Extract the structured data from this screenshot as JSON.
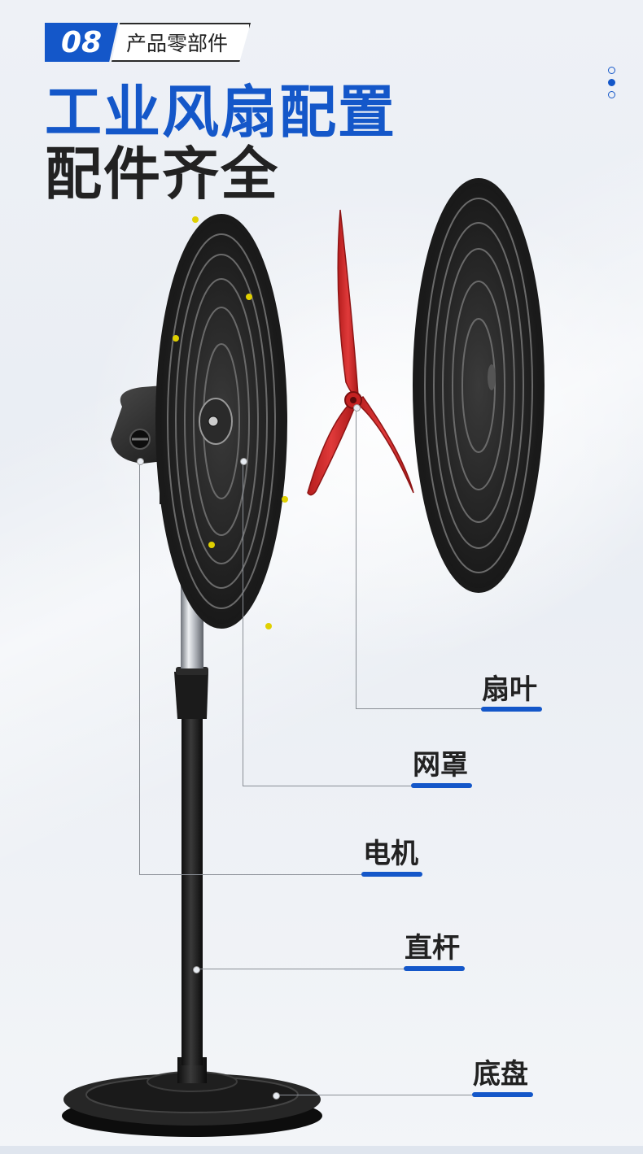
{
  "section": {
    "number": "08",
    "label": "产品零部件"
  },
  "heading": {
    "title": "工业风扇配置",
    "subtitle": "配件齐全"
  },
  "parts": [
    {
      "label": "扇叶",
      "icon": "fan-blade-icon"
    },
    {
      "label": "网罩",
      "icon": "fan-guard-icon"
    },
    {
      "label": "电机",
      "icon": "motor-icon"
    },
    {
      "label": "直杆",
      "icon": "pole-icon"
    },
    {
      "label": "底盘",
      "icon": "base-icon"
    }
  ],
  "colors": {
    "accent": "#1457c9",
    "blade": "#d12a2a",
    "metal": "#2b2b2b"
  },
  "pagination": {
    "dots": 3,
    "active_index": 1
  }
}
